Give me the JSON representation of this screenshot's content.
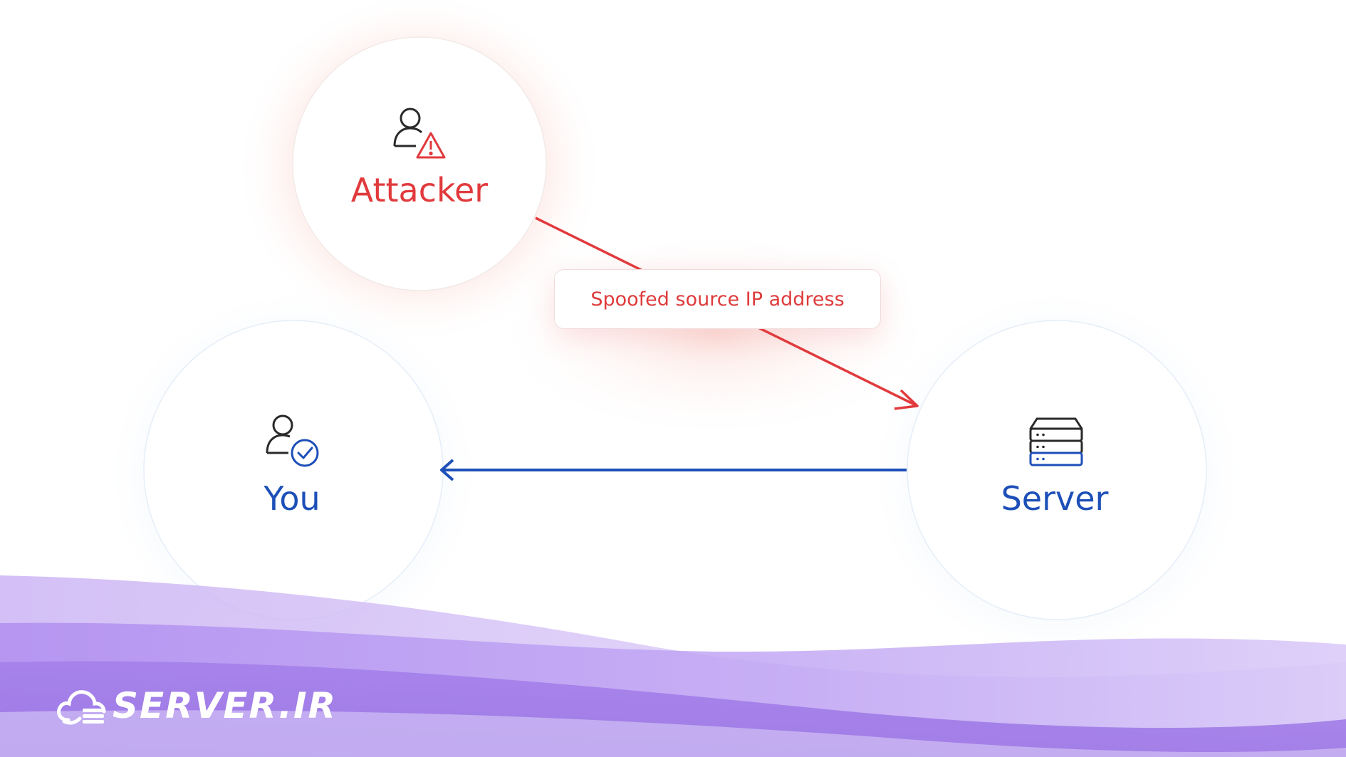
{
  "nodes": {
    "attacker": {
      "label": "Attacker",
      "icon": "user-warning-icon",
      "color": "#e13a3d"
    },
    "you": {
      "label": "You",
      "icon": "user-check-icon",
      "color": "#1d4fb8"
    },
    "server": {
      "label": "Server",
      "icon": "server-stack-icon",
      "color": "#1d4fb8"
    }
  },
  "edges": [
    {
      "from": "attacker",
      "to": "server",
      "label": "Spoofed source IP address",
      "color": "#e13a3d"
    },
    {
      "from": "server",
      "to": "you",
      "color": "#1d4fb8"
    }
  ],
  "watermark": {
    "text": "SERVER.IR",
    "icon": "cloud-server-logo"
  },
  "colors": {
    "background": "#ffffff",
    "wave_purple": "#b79cf0",
    "attack_red": "#e13a3d",
    "trusted_blue": "#1d4fb8"
  }
}
